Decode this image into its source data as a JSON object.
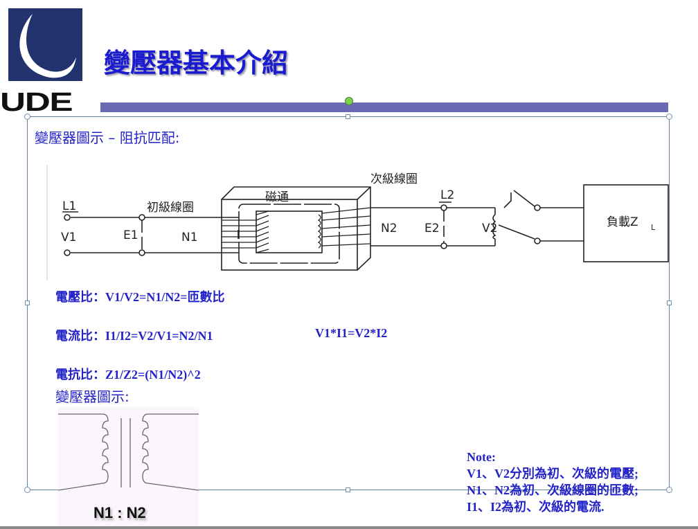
{
  "logo": {
    "text": "UDE"
  },
  "title": "變壓器基本介紹",
  "subtitle": "變壓器圖示 – 阻抗匹配:",
  "diagram": {
    "L1": "L1",
    "V1": "V1",
    "E1": "E1",
    "N1": "N1",
    "primary_coil": "初級線圈",
    "flux": "磁通",
    "secondary_coil": "次級線圈",
    "N2": "N2",
    "L2": "L2",
    "E2": "E2",
    "V2": "V2",
    "load": "負載Z",
    "load_sub": "L"
  },
  "formulas": {
    "voltage": "電壓比：V1/V2=N1/N2=匝數比",
    "current": "電流比：I1/I2=V2/V1=N2/N1",
    "power": "V1*I1=V2*I2",
    "impedance": "電抗比：Z1/Z2=(N1/N2)^2"
  },
  "subtitle2": "變壓器圖示:",
  "symbol_label": "N1 : N2",
  "note": {
    "title": "Note:",
    "lines": [
      "V1、V2分別為初、次級的電壓;",
      "N1、N2為初、次級線圈的匝數;",
      "I1、I2為初、次級的電流."
    ]
  },
  "colors": {
    "title": "#1a1ad0",
    "bar": "#6a6ab4",
    "text": "#2323c8",
    "logo": "#23336e"
  }
}
